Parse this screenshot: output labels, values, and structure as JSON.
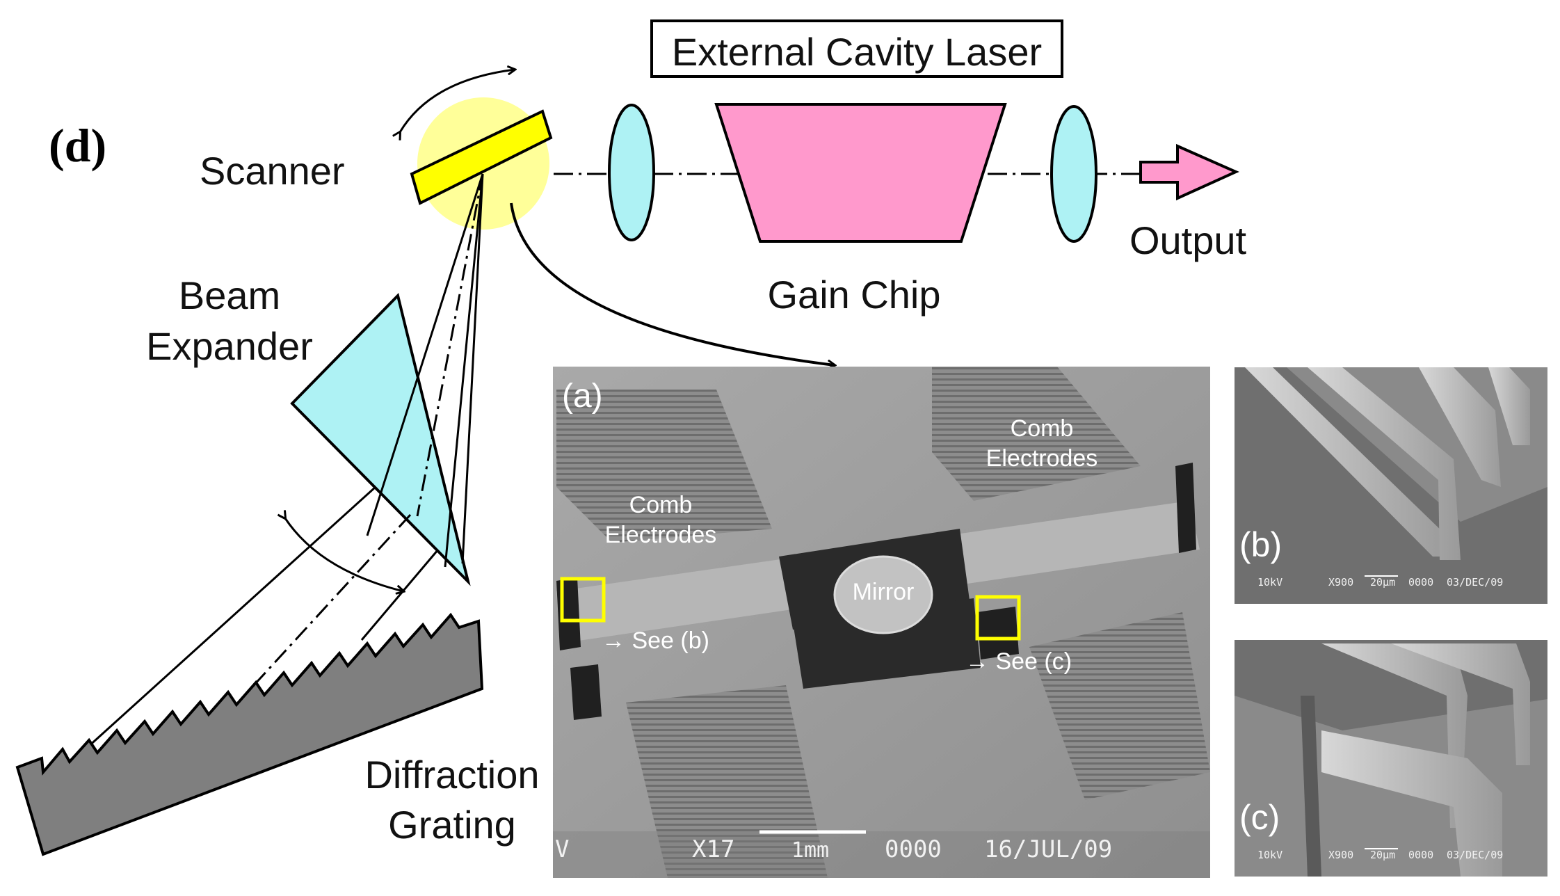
{
  "panel_d": {
    "label": "(d)",
    "title": "External Cavity Laser",
    "scanner": "Scanner",
    "beam_expander_line1": "Beam",
    "beam_expander_line2": "Expander",
    "gain_chip": "Gain Chip",
    "output": "Output",
    "grating_line1": "Diffraction",
    "grating_line2": "Grating"
  },
  "panel_a": {
    "label": "(a)",
    "comb_left_line1": "Comb",
    "comb_left_line2": "Electrodes",
    "comb_right_line1": "Comb",
    "comb_right_line2": "Electrodes",
    "mirror": "Mirror",
    "see_b": "→ See (b)",
    "see_c": "→ See (c)",
    "footer": {
      "kv": "V",
      "mag": "X17",
      "scale": "1mm",
      "code": "0000",
      "date": "16/JUL/09"
    }
  },
  "panel_b": {
    "label": "(b)",
    "footer": {
      "kv": "10kV",
      "mag": "X900",
      "scale": "20µm",
      "code": "0000",
      "date": "03/DEC/09"
    }
  },
  "panel_c": {
    "label": "(c)",
    "footer": {
      "kv": "10kV",
      "mag": "X900",
      "scale": "20µm",
      "code": "0000",
      "date": "03/DEC/09"
    }
  },
  "colors": {
    "lens": "#aef2f4",
    "gain_chip": "#ff99cc",
    "mirror": "#ffff00",
    "scanner_glow": "#ffff99",
    "grating": "#7f7f7f",
    "highlight_box": "#ffff00"
  }
}
